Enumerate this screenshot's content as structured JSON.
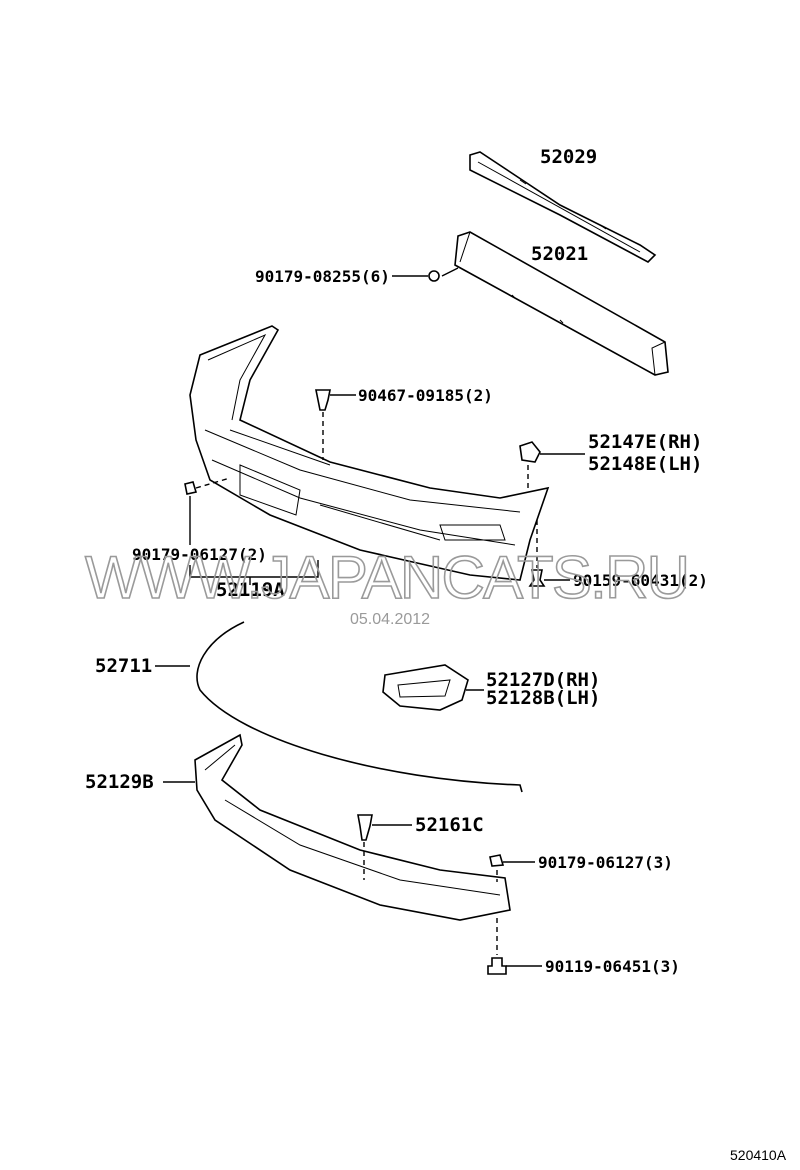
{
  "diagram": {
    "watermark": "WWW.JAPANCATS.RU",
    "date": "05.04.2012",
    "diagram_code": "520410A",
    "parts": {
      "reinforcement_upper": "52029",
      "reinforcement": "52021",
      "nut_top": "90179-08255(6)",
      "clip_top": "90467-09185(2)",
      "retainer_rh": "52147E(RH)",
      "retainer_lh": "52148E(LH)",
      "nut_left": "90179-06127(2)",
      "bumper_cover": "52119A",
      "screw_right": "90159-60431(2)",
      "molding": "52711",
      "cover_rh": "52127D(RH)",
      "cover_lh": "52128B(LH)",
      "spoiler": "52129B",
      "clip_lower": "52161C",
      "nut_lower": "90179-06127(3)",
      "bolt_lower": "90119-06451(3)"
    }
  }
}
